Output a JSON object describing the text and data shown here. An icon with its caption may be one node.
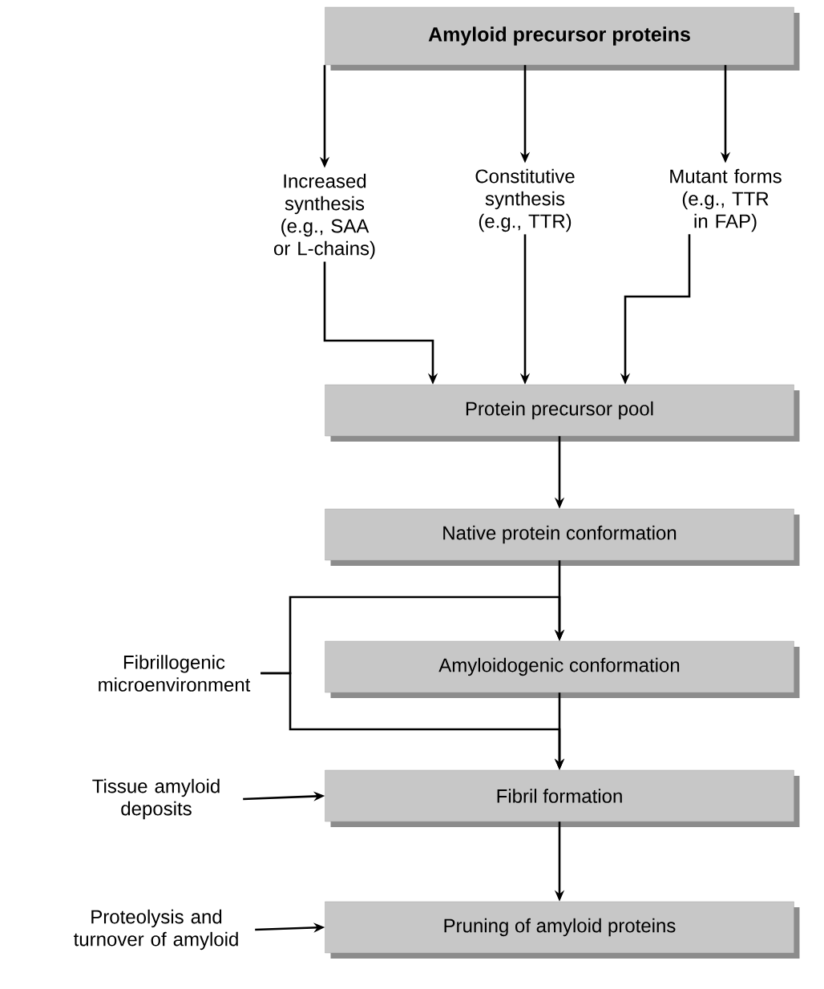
{
  "diagram": {
    "nodes": [
      {
        "text": [
          "Amyloid precursor proteins"
        ]
      },
      {
        "text": [
          "Increased synthesis (e.g., SAA or L-chains)"
        ]
      },
      {
        "text": [
          "Constitutive synthesis (e.g., TTR)"
        ]
      },
      {
        "text": [
          "Mutant forms (e.g., TTR in FAP)"
        ]
      },
      {
        "text": [
          "Protein precursor pool"
        ]
      },
      {
        "text": [
          "Native protein conformation"
        ]
      },
      {
        "text": [
          "Fibrillogenic microenvironment"
        ]
      },
      {
        "text": [
          "Amyloidogenic conformation"
        ]
      },
      {
        "text": [
          "Tissue amyloid deposits"
        ]
      },
      {
        "text": [
          "Fibril formation"
        ]
      },
      {
        "text": [
          "Proteolysis and turnover of amyloid"
        ]
      },
      {
        "text": [
          "Pruning of amyloid proteins"
        ]
      }
    ],
    "edges": [
      {
        "from": 0,
        "to": 1,
        "arrow": "to"
      },
      {
        "from": 0,
        "to": 2,
        "arrow": "to"
      },
      {
        "from": 0,
        "to": 3,
        "arrow": "to"
      },
      {
        "from": 1,
        "to": 4,
        "arrow": "to"
      },
      {
        "from": 2,
        "to": 4,
        "arrow": "to"
      },
      {
        "from": 3,
        "to": 4,
        "arrow": "to"
      },
      {
        "from": 4,
        "to": 5,
        "arrow": "to"
      },
      {
        "from": 5,
        "to": 7,
        "arrow": "to"
      },
      {
        "from": 6,
        "to": 7,
        "arrow": "to"
      },
      {
        "from": 6,
        "to": 9,
        "arrow": "to"
      },
      {
        "from": 7,
        "to": 9,
        "arrow": "to"
      },
      {
        "from": 8,
        "to": 9,
        "arrow": "to"
      },
      {
        "from": 9,
        "to": 11,
        "arrow": "to"
      },
      {
        "from": 10,
        "to": 11,
        "arrow": "to"
      }
    ]
  }
}
